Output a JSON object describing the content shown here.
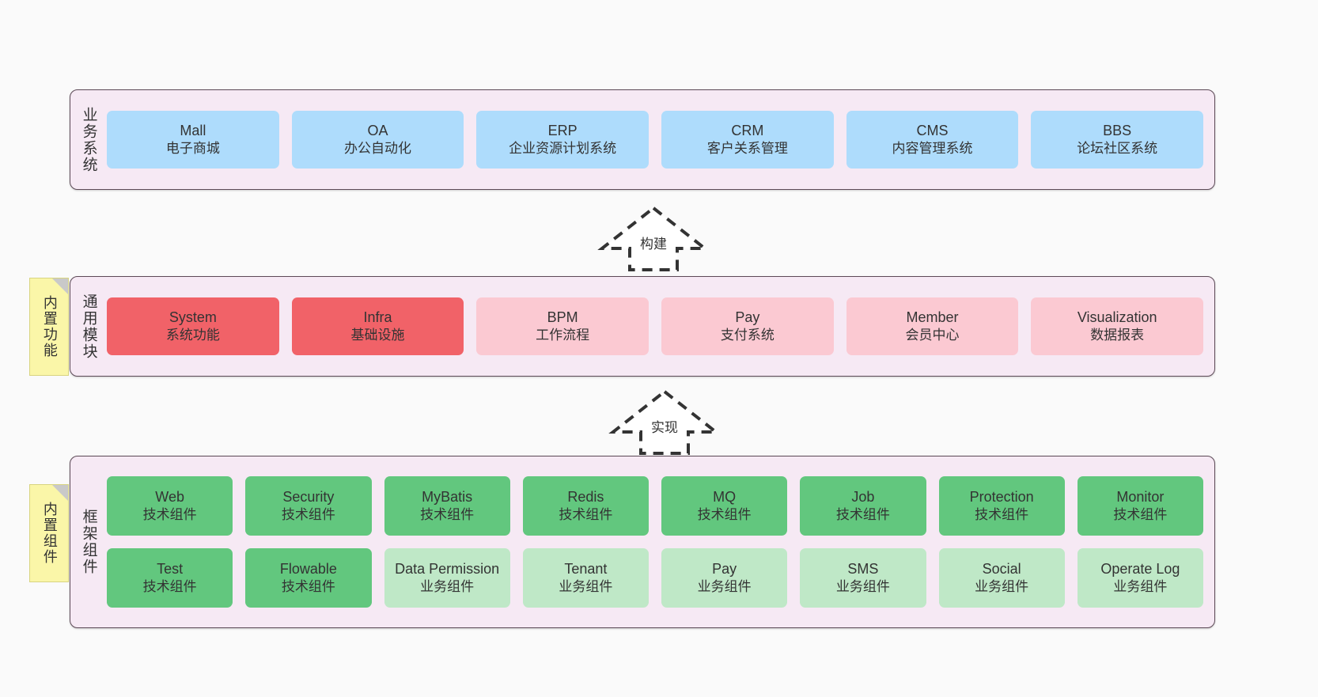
{
  "layers": {
    "business": {
      "title": "业务系统",
      "nodes": [
        {
          "en": "Mall",
          "cn": "电子商城",
          "color": "#aedcfc"
        },
        {
          "en": "OA",
          "cn": "办公自动化",
          "color": "#aedcfc"
        },
        {
          "en": "ERP",
          "cn": "企业资源计划系统",
          "color": "#aedcfc"
        },
        {
          "en": "CRM",
          "cn": "客户关系管理",
          "color": "#aedcfc"
        },
        {
          "en": "CMS",
          "cn": "内容管理系统",
          "color": "#aedcfc"
        },
        {
          "en": "BBS",
          "cn": "论坛社区系统",
          "color": "#aedcfc"
        }
      ]
    },
    "modules": {
      "title": "通用模块",
      "nodes": [
        {
          "en": "System",
          "cn": "系统功能",
          "color": "#f16268"
        },
        {
          "en": "Infra",
          "cn": "基础设施",
          "color": "#f16268"
        },
        {
          "en": "BPM",
          "cn": "工作流程",
          "color": "#fbc9d2"
        },
        {
          "en": "Pay",
          "cn": "支付系统",
          "color": "#fbc9d2"
        },
        {
          "en": "Member",
          "cn": "会员中心",
          "color": "#fbc9d2"
        },
        {
          "en": "Visualization",
          "cn": "数据报表",
          "color": "#fbc9d2"
        }
      ]
    },
    "framework": {
      "title": "框架组件",
      "row1": [
        {
          "en": "Web",
          "cn": "技术组件",
          "color": "#62c77e"
        },
        {
          "en": "Security",
          "cn": "技术组件",
          "color": "#62c77e"
        },
        {
          "en": "MyBatis",
          "cn": "技术组件",
          "color": "#62c77e"
        },
        {
          "en": "Redis",
          "cn": "技术组件",
          "color": "#62c77e"
        },
        {
          "en": "MQ",
          "cn": "技术组件",
          "color": "#62c77e"
        },
        {
          "en": "Job",
          "cn": "技术组件",
          "color": "#62c77e"
        },
        {
          "en": "Protection",
          "cn": "技术组件",
          "color": "#62c77e"
        },
        {
          "en": "Monitor",
          "cn": "技术组件",
          "color": "#62c77e"
        }
      ],
      "row2": [
        {
          "en": "Test",
          "cn": "技术组件",
          "color": "#62c77e"
        },
        {
          "en": "Flowable",
          "cn": "技术组件",
          "color": "#62c77e"
        },
        {
          "en": "Data Permission",
          "cn": "业务组件",
          "color": "#bfe8c7"
        },
        {
          "en": "Tenant",
          "cn": "业务组件",
          "color": "#bfe8c7"
        },
        {
          "en": "Pay",
          "cn": "业务组件",
          "color": "#bfe8c7"
        },
        {
          "en": "SMS",
          "cn": "业务组件",
          "color": "#bfe8c7"
        },
        {
          "en": "Social",
          "cn": "业务组件",
          "color": "#bfe8c7"
        },
        {
          "en": "Operate Log",
          "cn": "业务组件",
          "color": "#bfe8c7"
        }
      ]
    }
  },
  "stickies": {
    "builtin_function": "内置功能",
    "builtin_component": "内置组件"
  },
  "arrows": {
    "build": "构建",
    "implement": "实现"
  },
  "colors": {
    "panel_bg": "#f6e9f4",
    "panel_border": "#5d4a57",
    "page_bg": "#fafafa",
    "blue": "#aedcfc",
    "red": "#f16268",
    "pink": "#fbc9d2",
    "green": "#62c77e",
    "light_green": "#bfe8c7",
    "sticky_yellow": "#faf6a8",
    "sticky_fold": "#c9c9c9",
    "arrow_stroke": "#333333"
  }
}
